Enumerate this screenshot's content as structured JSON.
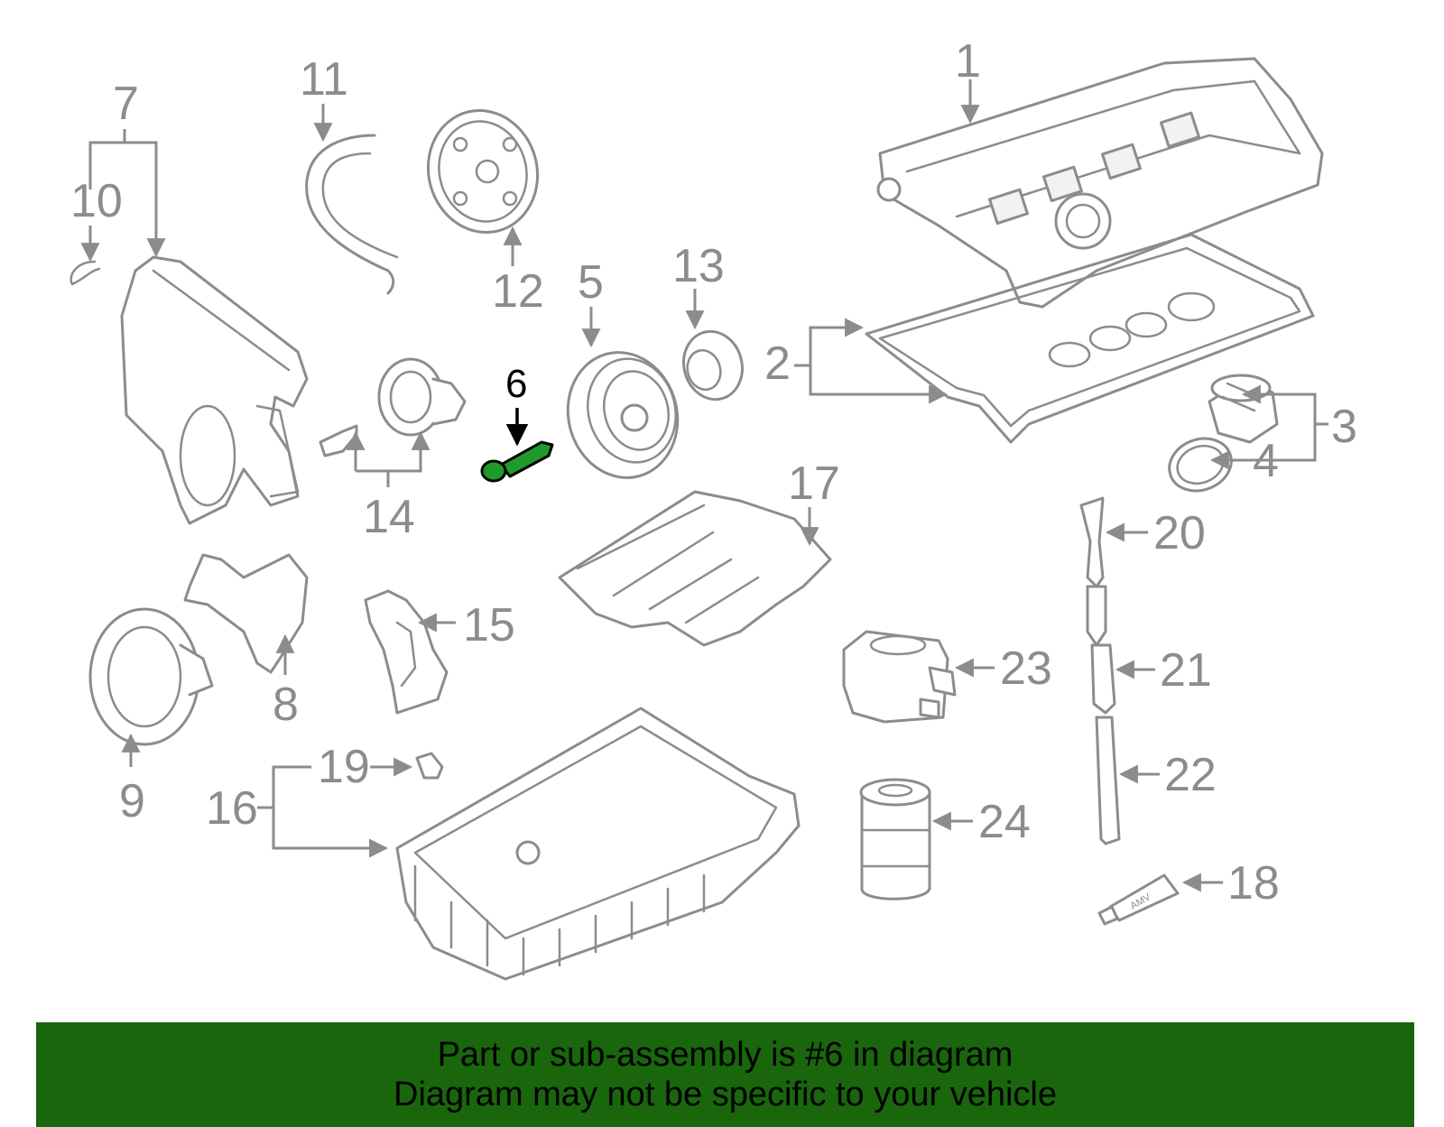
{
  "highlight_color": "#1f9a2a",
  "banner_color": "#19660d",
  "callouts": {
    "c1": "1",
    "c2": "2",
    "c3": "3",
    "c4": "4",
    "c5": "5",
    "c6": "6",
    "c7": "7",
    "c8": "8",
    "c9": "9",
    "c10": "10",
    "c11": "11",
    "c12": "12",
    "c13": "13",
    "c14": "14",
    "c15": "15",
    "c16": "16",
    "c17": "17",
    "c18": "18",
    "c19": "19",
    "c20": "20",
    "c21": "21",
    "c22": "22",
    "c23": "23",
    "c24": "24"
  },
  "highlighted_part": "6",
  "tube_label": "AMV",
  "banner": {
    "line1": "Part or sub-assembly is #6 in diagram",
    "line2": "Diagram may not be specific to your vehicle"
  }
}
